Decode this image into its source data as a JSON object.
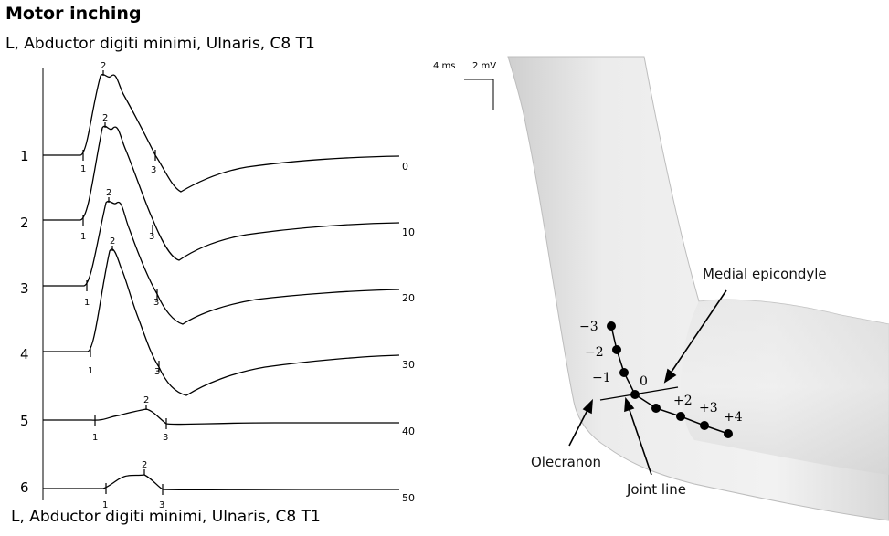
{
  "header": {
    "title": "Motor inching",
    "subtitle": "L, Abductor digiti minimi, Ulnaris, C8 T1"
  },
  "footer": {
    "label": "L, Abductor digiti minimi, Ulnaris, C8 T1"
  },
  "scale_bar": {
    "time": "4 ms",
    "amplitude": "2 mV"
  },
  "traces": [
    {
      "row": "1",
      "distance": "0",
      "markers": [
        "1",
        "2",
        "3"
      ]
    },
    {
      "row": "2",
      "distance": "10",
      "markers": [
        "1",
        "2",
        "3"
      ]
    },
    {
      "row": "3",
      "distance": "20",
      "markers": [
        "1",
        "2",
        "3"
      ]
    },
    {
      "row": "4",
      "distance": "30",
      "markers": [
        "1",
        "2",
        "3"
      ]
    },
    {
      "row": "5",
      "distance": "40",
      "markers": [
        "1",
        "2",
        "3"
      ]
    },
    {
      "row": "6",
      "distance": "50",
      "markers": [
        "1",
        "2",
        "3"
      ]
    }
  ],
  "anatomy": {
    "labels": {
      "medial_epicondyle": "Medial epicondyle",
      "olecranon": "Olecranon",
      "joint_line": "Joint line"
    },
    "points": [
      "−3",
      "−2",
      "−1",
      "0",
      "+2",
      "+3",
      "+4"
    ],
    "colors": {
      "arm_fill": "#e8e8e8",
      "marker": "#000000"
    }
  }
}
